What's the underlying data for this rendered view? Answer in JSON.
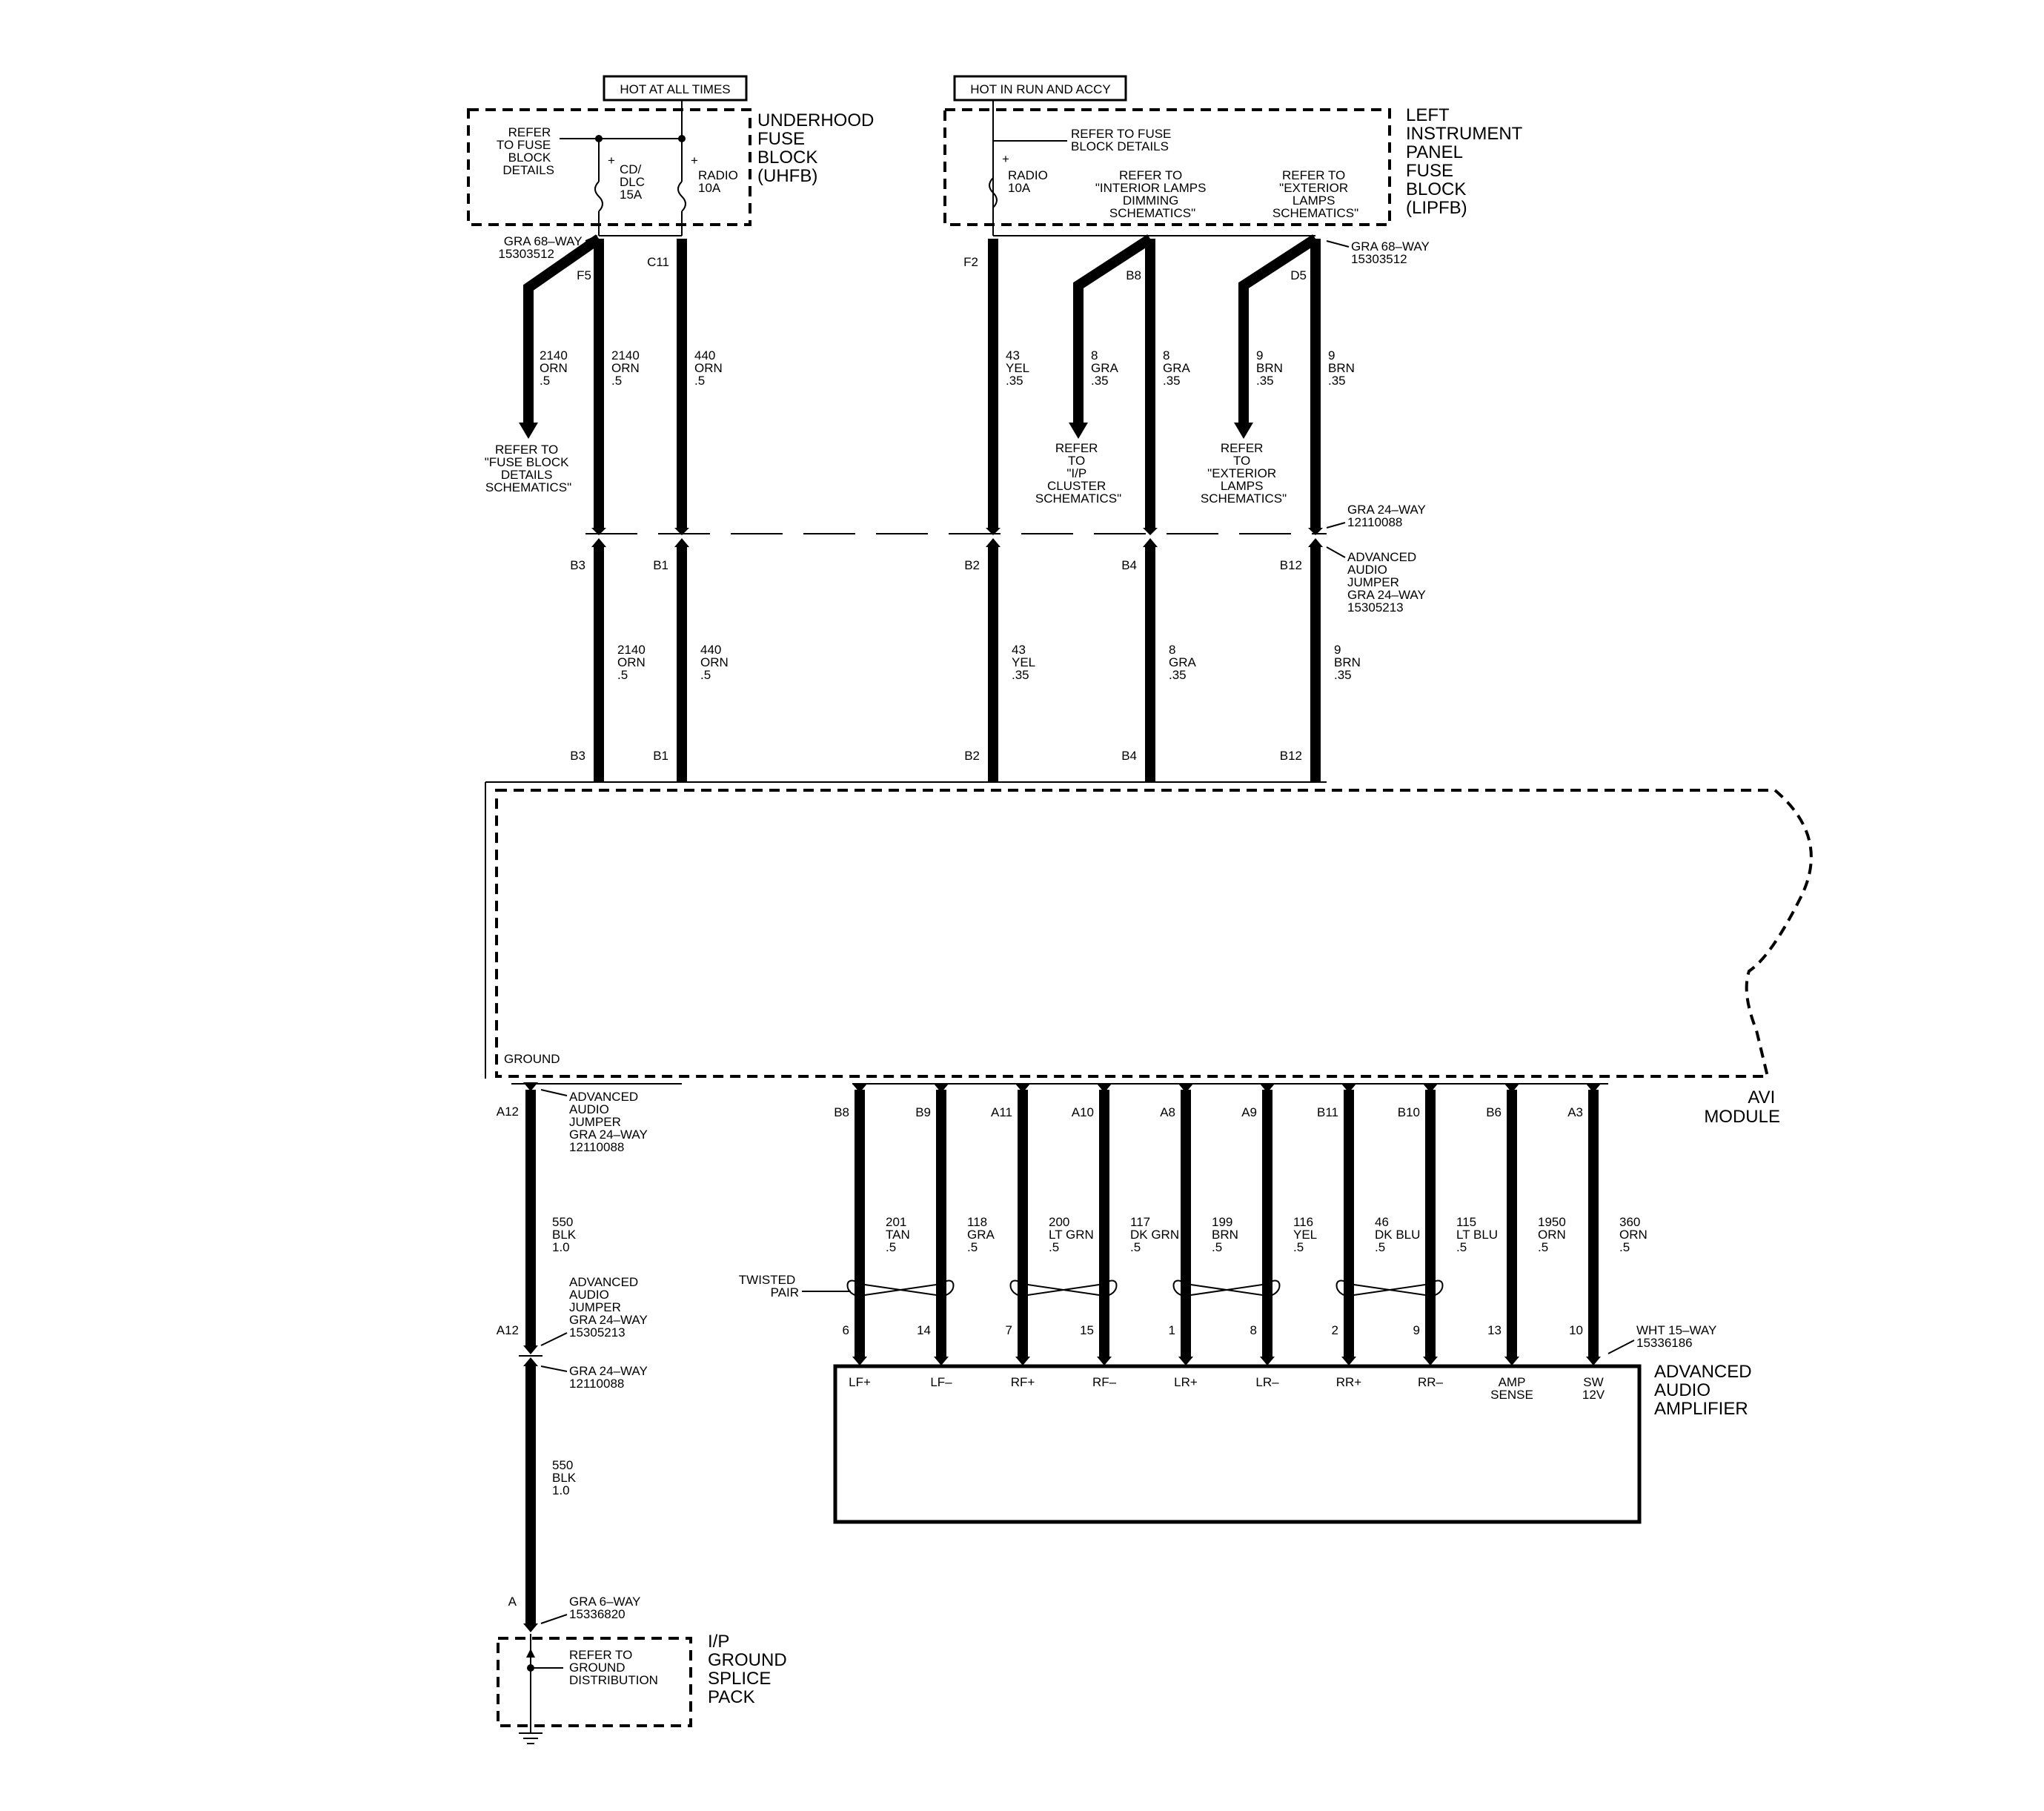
{
  "banners": {
    "hot_all": "HOT AT ALL TIMES",
    "hot_run": "HOT IN RUN AND ACCY"
  },
  "uhfb": {
    "title": [
      "UNDERHOOD",
      "FUSE",
      "BLOCK",
      "(UHFB)"
    ],
    "refer": [
      "REFER",
      "TO FUSE",
      "BLOCK",
      "DETAILS"
    ],
    "fuse_cd": [
      "CD/",
      "DLC",
      "15A"
    ],
    "fuse_radio": [
      "RADIO",
      "10A"
    ],
    "connector": [
      "GRA 68–WAY",
      "15303512"
    ]
  },
  "lipfb": {
    "title": [
      "LEFT",
      "INSTRUMENT",
      "PANEL",
      "FUSE",
      "BLOCK",
      "(LIPFB)"
    ],
    "refer": [
      "REFER TO FUSE",
      "BLOCK DETAILS"
    ],
    "fuse_radio": [
      "RADIO",
      "10A"
    ],
    "refer_interior": [
      "REFER TO",
      "\"INTERIOR LAMPS",
      "DIMMING",
      "SCHEMATICS\""
    ],
    "refer_exterior": [
      "REFER TO",
      "\"EXTERIOR",
      "LAMPS",
      "SCHEMATICS\""
    ],
    "connector": [
      "GRA 68–WAY",
      "15303512"
    ]
  },
  "pins": {
    "F5": "F5",
    "C11": "C11",
    "F2": "F2",
    "B8": "B8",
    "D5": "D5",
    "B3": "B3",
    "B1": "B1",
    "B2": "B2",
    "B4": "B4",
    "B12": "B12"
  },
  "wires_upper": {
    "w2140a": [
      "2140",
      "ORN",
      ".5"
    ],
    "w2140b": [
      "2140",
      "ORN",
      ".5"
    ],
    "w440": [
      "440",
      "ORN",
      ".5"
    ],
    "w43": [
      "43",
      "YEL",
      ".35"
    ],
    "w8a": [
      "8",
      "GRA",
      ".35"
    ],
    "w8b": [
      "8",
      "GRA",
      ".35"
    ],
    "w9a": [
      "9",
      "BRN",
      ".35"
    ],
    "w9b": [
      "9",
      "BRN",
      ".35"
    ]
  },
  "refers_upper": {
    "fuse_block": [
      "REFER TO",
      "\"FUSE BLOCK",
      "DETAILS",
      "SCHEMATICS\""
    ],
    "ip_cluster": [
      "REFER",
      "TO",
      "\"I/P",
      "CLUSTER",
      "SCHEMATICS\""
    ],
    "exterior": [
      "REFER",
      "TO",
      "\"EXTERIOR",
      "LAMPS",
      "SCHEMATICS\""
    ]
  },
  "connectors_mid": {
    "gra24": [
      "GRA 24–WAY",
      "12110088"
    ],
    "jumper": [
      "ADVANCED",
      "AUDIO",
      "JUMPER",
      "GRA 24–WAY",
      "15305213"
    ]
  },
  "wires_mid": {
    "w2140": [
      "2140",
      "ORN",
      ".5"
    ],
    "w440": [
      "440",
      "ORN",
      ".5"
    ],
    "w43": [
      "43",
      "YEL",
      ".35"
    ],
    "w8": [
      "8",
      "GRA",
      ".35"
    ],
    "w9": [
      "9",
      "BRN",
      ".35"
    ]
  },
  "avi": {
    "ground": "GROUND",
    "title": [
      "AVI",
      "MODULE"
    ]
  },
  "ground_path": {
    "pin_top": "A12",
    "jumper_top": [
      "ADVANCED",
      "AUDIO",
      "JUMPER",
      "GRA 24–WAY",
      "12110088"
    ],
    "wire1": [
      "550",
      "BLK",
      "1.0"
    ],
    "jumper_bottom": [
      "ADVANCED",
      "AUDIO",
      "JUMPER",
      "GRA 24–WAY",
      "15305213"
    ],
    "pin_mid": "A12",
    "conn_mid": [
      "GRA 24–WAY",
      "12110088"
    ],
    "wire2": [
      "550",
      "BLK",
      "1.0"
    ],
    "pin_bottom": "A",
    "conn_bottom": [
      "GRA 6–WAY",
      "15336820"
    ]
  },
  "ip_ground": {
    "refer": [
      "REFER TO",
      "GROUND",
      "DISTRIBUTION"
    ],
    "title": [
      "I/P",
      "GROUND",
      "SPLICE",
      "PACK"
    ]
  },
  "speaker_wires": [
    {
      "avi_pin": "B8",
      "wire": [
        "201",
        "TAN",
        ".5"
      ],
      "amp_pin": "6",
      "terminal": [
        "LF+"
      ]
    },
    {
      "avi_pin": "B9",
      "wire": [
        "118",
        "GRA",
        ".5"
      ],
      "amp_pin": "14",
      "terminal": [
        "LF–"
      ]
    },
    {
      "avi_pin": "A11",
      "wire": [
        "200",
        "LT GRN",
        ".5"
      ],
      "amp_pin": "7",
      "terminal": [
        "RF+"
      ]
    },
    {
      "avi_pin": "A10",
      "wire": [
        "117",
        "DK GRN",
        ".5"
      ],
      "amp_pin": "15",
      "terminal": [
        "RF–"
      ]
    },
    {
      "avi_pin": "A8",
      "wire": [
        "199",
        "BRN",
        ".5"
      ],
      "amp_pin": "1",
      "terminal": [
        "LR+"
      ]
    },
    {
      "avi_pin": "A9",
      "wire": [
        "116",
        "YEL",
        ".5"
      ],
      "amp_pin": "8",
      "terminal": [
        "LR–"
      ]
    },
    {
      "avi_pin": "B11",
      "wire": [
        "46",
        "DK BLU",
        ".5"
      ],
      "amp_pin": "2",
      "terminal": [
        "RR+"
      ]
    },
    {
      "avi_pin": "B10",
      "wire": [
        "115",
        "LT BLU",
        ".5"
      ],
      "amp_pin": "9",
      "terminal": [
        "RR–"
      ]
    },
    {
      "avi_pin": "B6",
      "wire": [
        "1950",
        "ORN",
        ".5"
      ],
      "amp_pin": "13",
      "terminal": [
        "AMP",
        "SENSE"
      ]
    },
    {
      "avi_pin": "A3",
      "wire": [
        "360",
        "ORN",
        ".5"
      ],
      "amp_pin": "10",
      "terminal": [
        "SW",
        "12V"
      ]
    }
  ],
  "twisted_pair": [
    "TWISTED",
    "PAIR"
  ],
  "amp_connector": [
    "WHT 15–WAY",
    "15336186"
  ],
  "amplifier": {
    "title": [
      "ADVANCED",
      "AUDIO",
      "AMPLIFIER"
    ]
  }
}
